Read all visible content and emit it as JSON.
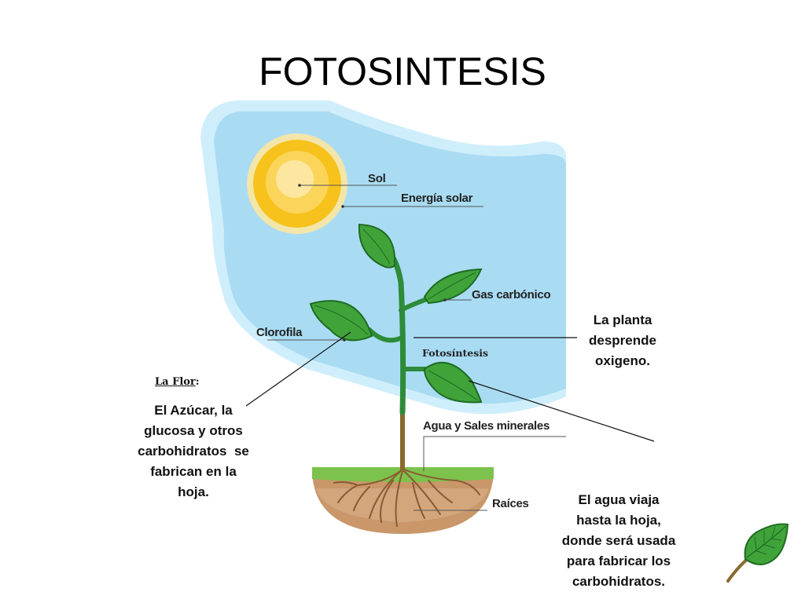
{
  "slide": {
    "title": "FOTOSINTESIS"
  },
  "labels": {
    "sol": "Sol",
    "energia": "Energía solar",
    "gas": "Gas carbónico",
    "clorofila": "Clorofila",
    "fotosintesis": "Fotosíntesis",
    "agua_sales": "Agua y Sales minerales",
    "raices": "Raíces"
  },
  "notes": {
    "oxigeno": [
      "La planta",
      "desprende",
      "oxigeno."
    ],
    "flor_heading": "La Flor",
    "flor_colon": ":",
    "azucar": [
      "El Azúcar, la",
      "glucosa y otros",
      "carbohidratos  se",
      "fabrican en la",
      "hoja."
    ],
    "agua": [
      "El agua viaja",
      "hasta la hoja,",
      "donde será usada",
      "para fabricar los",
      "carbohidratos."
    ]
  },
  "colors": {
    "sky": "#a9dcf3",
    "sky_border": "#cfeefb",
    "sun": "#f9c51e",
    "stem": "#2e8b3a",
    "leaf": "#3fa33a",
    "soil": "#c79a6a",
    "grass": "#7cc24d"
  },
  "icons": {
    "corner": "leaf-icon"
  }
}
